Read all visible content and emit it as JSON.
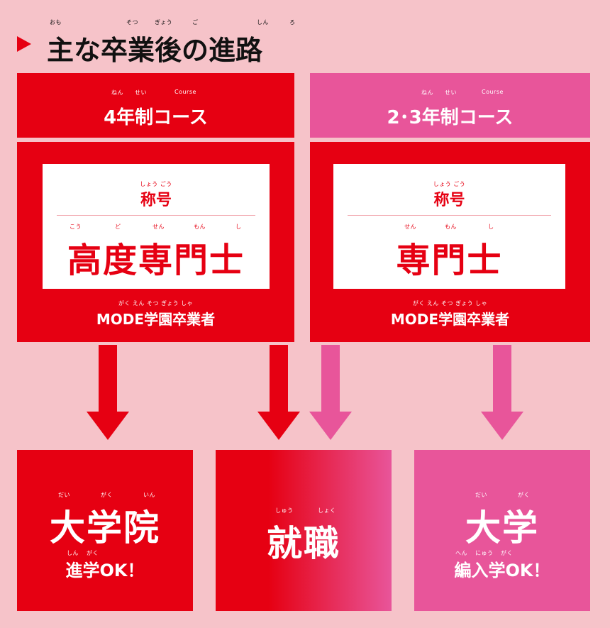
{
  "colors": {
    "red": "#e60012",
    "pink": "#e8559a",
    "background": "#f6c3c9"
  },
  "title": {
    "text": "主な卒業後の進路",
    "ruby": [
      "おも",
      "そつ",
      "ぎょう",
      "ご",
      "しん",
      "ろ"
    ]
  },
  "courses": [
    {
      "name": "4年制コース",
      "ruby": [
        "ねん",
        "せい",
        "Course"
      ],
      "title_small": "称号",
      "title_small_ruby": "しょう ごう",
      "title_big": "高度専門士",
      "title_big_ruby": [
        "こう",
        "ど",
        "せん",
        "もん",
        "し"
      ],
      "graduate": "MODE学園卒業者",
      "graduate_ruby": "がく えん そつ ぎょう しゃ"
    },
    {
      "name": "2･3年制コース",
      "ruby": [
        "ねん",
        "せい",
        "Course"
      ],
      "title_small": "称号",
      "title_small_ruby": "しょう ごう",
      "title_big": "専門士",
      "title_big_ruby": [
        "せん",
        "もん",
        "し"
      ],
      "graduate": "MODE学園卒業者",
      "graduate_ruby": "がく えん そつ ぎょう しゃ"
    }
  ],
  "destinations": [
    {
      "main": "大学院",
      "main_ruby": [
        "だい",
        "がく",
        "いん"
      ],
      "sub": "進学OK！",
      "sub_ruby": [
        "しん",
        "がく"
      ]
    },
    {
      "main": "就職",
      "main_ruby": [
        "しゅう",
        "しょく"
      ],
      "sub": "",
      "sub_ruby": []
    },
    {
      "main": "大学",
      "main_ruby": [
        "だい",
        "がく"
      ],
      "sub": "編入学OK！",
      "sub_ruby": [
        "へん",
        "にゅう",
        "がく"
      ]
    }
  ]
}
